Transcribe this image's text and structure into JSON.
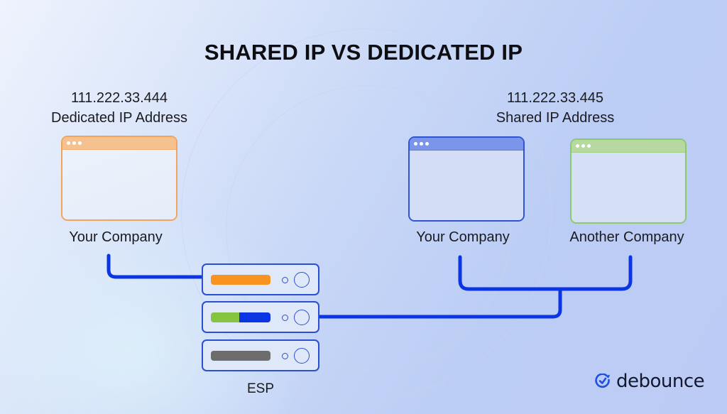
{
  "title": "SHARED IP VS DEDICATED IP",
  "dedicated": {
    "ip": "111.222.33.444",
    "caption": "Dedicated IP Address",
    "window_label": "Your Company",
    "color": "#f2a55a"
  },
  "shared": {
    "ip": "111.222.33.445",
    "caption": "Shared IP Address",
    "windows": [
      {
        "label": "Your Company",
        "color": "#2f55d6"
      },
      {
        "label": "Another Company",
        "color": "#8bc96a"
      }
    ]
  },
  "esp": {
    "label": "ESP",
    "servers": [
      {
        "bar_colors": [
          "#f7931e"
        ]
      },
      {
        "bar_colors": [
          "#86c440",
          "#0b35e3"
        ]
      },
      {
        "bar_colors": [
          "#6d6d6d"
        ]
      }
    ]
  },
  "connector_color": "#0b35e3",
  "logo": {
    "text": "debounce",
    "icon": "debounce-check-icon",
    "color": "#1f4fe0"
  }
}
